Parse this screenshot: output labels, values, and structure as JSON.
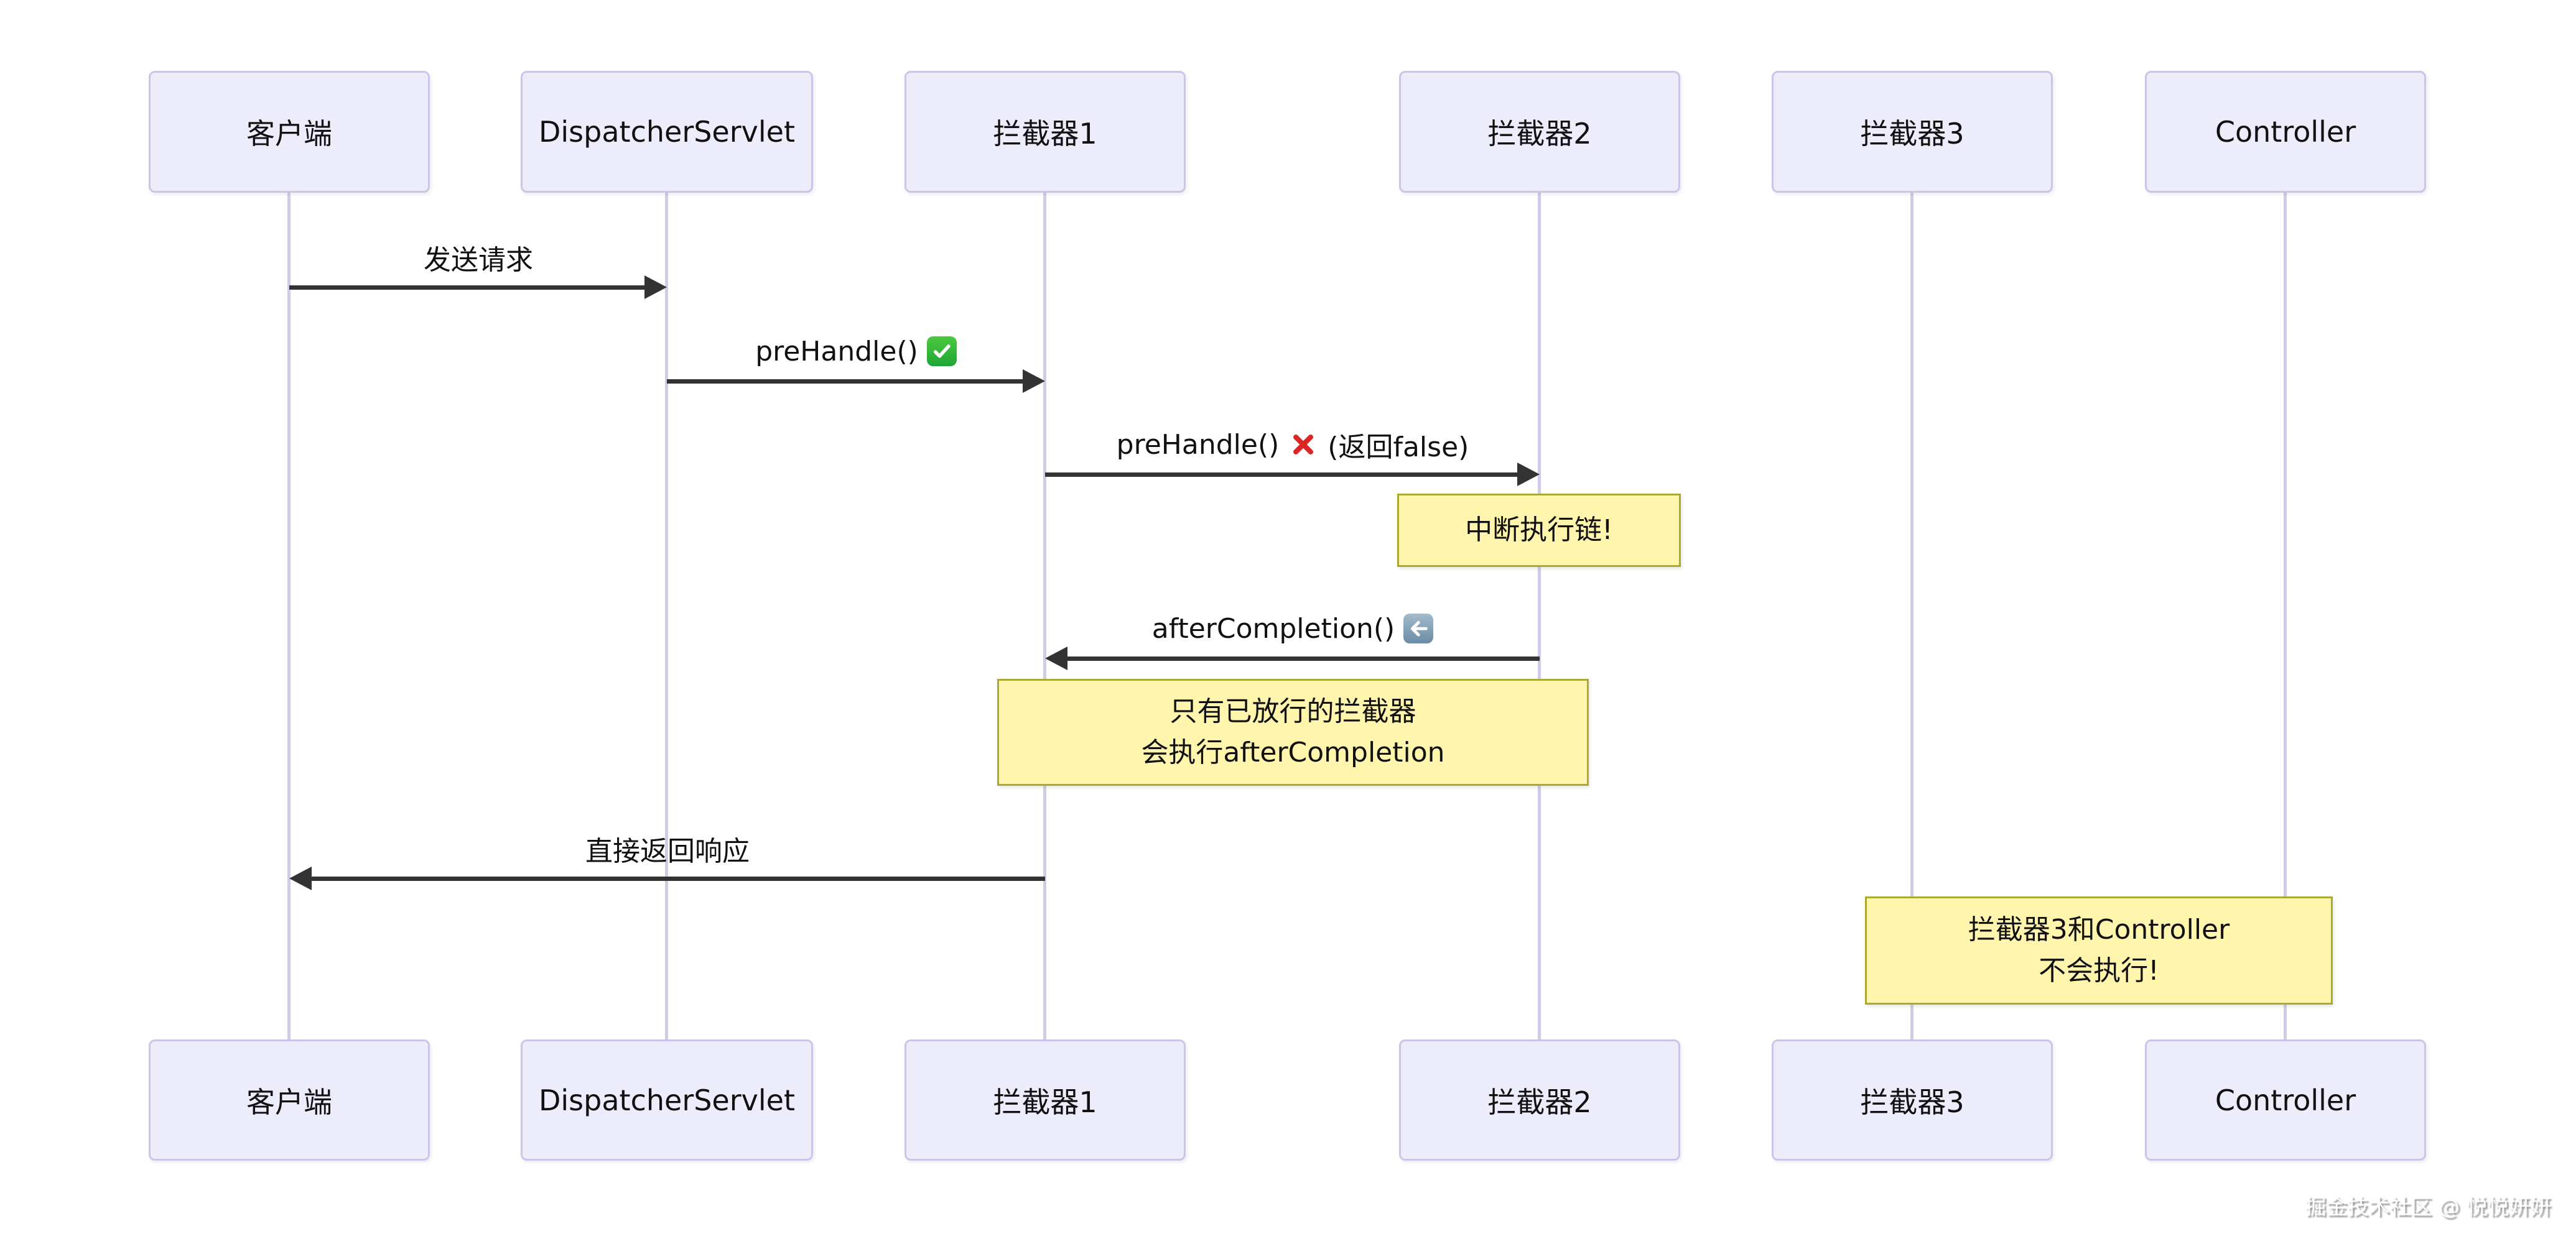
{
  "participants": [
    {
      "label": "客户端"
    },
    {
      "label": "DispatcherServlet"
    },
    {
      "label": "拦截器1"
    },
    {
      "label": "拦截器2"
    },
    {
      "label": "拦截器3"
    },
    {
      "label": "Controller"
    }
  ],
  "messages": [
    {
      "text": "发送请求",
      "from": "客户端",
      "to": "DispatcherServlet",
      "direction": "right"
    },
    {
      "text": "preHandle()",
      "icon": "green-check-icon",
      "from": "DispatcherServlet",
      "to": "拦截器1",
      "direction": "right"
    },
    {
      "text": "preHandle()",
      "icon": "red-cross-icon",
      "suffix": "(返回false)",
      "from": "拦截器1",
      "to": "拦截器2",
      "direction": "right"
    },
    {
      "text": "afterCompletion()",
      "icon": "blue-left-arrow-icon",
      "from": "拦截器2",
      "to": "拦截器1",
      "direction": "left"
    },
    {
      "text": "直接返回响应",
      "from": "拦截器1",
      "to": "客户端",
      "direction": "left"
    }
  ],
  "notes": [
    {
      "line1": "中断执行链!",
      "over": "拦截器2"
    },
    {
      "line1": "只有已放行的拦截器",
      "line2": "会执行afterCompletion",
      "over": "拦截器1, 拦截器2"
    },
    {
      "line1": "拦截器3和Controller",
      "line2": "不会执行!",
      "over": "拦截器3, Controller"
    }
  ],
  "watermark": {
    "text": "掘金技术社区 @ 悦悦妍妍"
  },
  "colors": {
    "actor_fill": "#ECECFB",
    "actor_border": "#CBC5E8",
    "lifeline": "#CFCCE8",
    "arrow": "#333333",
    "note_fill": "#FFF5AD",
    "note_border": "#AAAA33",
    "check_bg": "#2FB344",
    "cross_red": "#DC2626",
    "leftarrow_bg": "#7E9DB5",
    "watermark": "#FFFFFF"
  }
}
